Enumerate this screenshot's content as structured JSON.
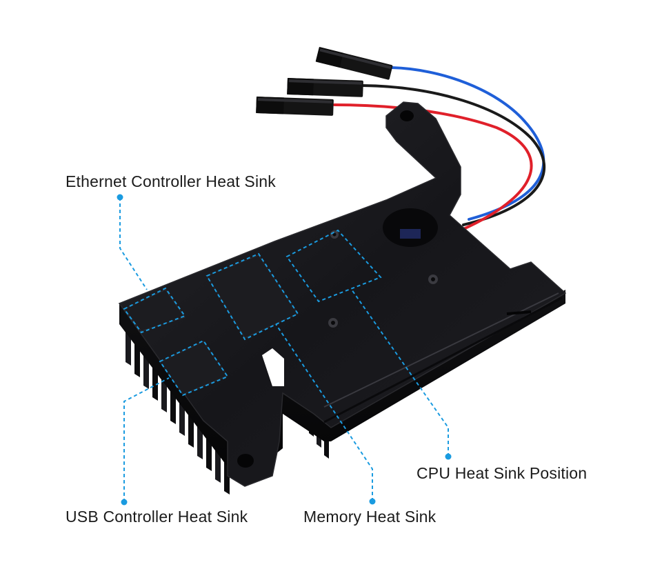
{
  "callouts": {
    "ethernet": "Ethernet Controller Heat Sink",
    "usb": "USB Controller Heat Sink",
    "memory": "Memory Heat Sink",
    "cpu": "CPU Heat Sink Position"
  },
  "colors": {
    "heatsink_body": "#151517",
    "heatsink_edge": "#2a2a2e",
    "highlight": "#3a3a40",
    "callout_blue": "#1a9be0",
    "wire_red": "#e0202a",
    "wire_black": "#1a1a1a",
    "wire_blue": "#1f5fd8",
    "connector": "#141414",
    "label_text": "#1b1b1b"
  },
  "icons": [
    "screw-icon",
    "fan-opening-icon",
    "dupont-connector-icon"
  ]
}
